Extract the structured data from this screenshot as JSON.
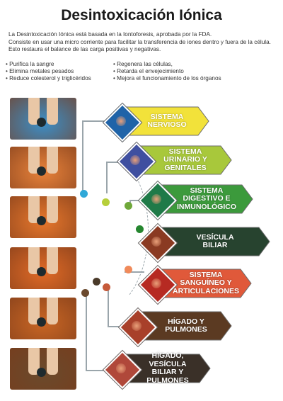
{
  "title": "Desintoxicación Iónica",
  "intro": [
    "La Desintoxicación Iónica está basada en la Iontoforesis, aprobada por la FDA.",
    "Consiste en usar una micro corriente para facilitar la transferencia de iones dentro y fuera de la célula.",
    "Esto restaura el balance de las carga positivas y negativas."
  ],
  "benefits_left": [
    "• Purifica la sangre",
    "• Elimina metales pesados",
    "• Reduce colesterol y triglicéridos"
  ],
  "benefits_right": [
    "• Regenera las células,",
    "• Retarda el envejecimiento",
    "• Mejora el funcionamiento de los órganos"
  ],
  "photos": [
    {
      "water": "#3b8fc8"
    },
    {
      "water": "#e8823a"
    },
    {
      "water": "#e7772c"
    },
    {
      "water": "#e06a26"
    },
    {
      "water": "#c96624"
    },
    {
      "water": "#6a4a2c"
    }
  ],
  "dots": [
    "#2fa8d8",
    "#b6cf3b",
    "#6fa83a",
    "#25862f",
    "#2f4a3c",
    "#f08a5a",
    "#c65a3a",
    "#6b4a2e",
    "#4a3a2a"
  ],
  "systems": [
    {
      "lines": [
        "SISTEMA",
        "NERVIOSO"
      ],
      "color": "#f2e23a",
      "gem": "#1f63a8",
      "text_color": "#ffffff"
    },
    {
      "lines": [
        "SISTEMA",
        "URINARIO Y",
        "GENITALES"
      ],
      "color": "#a8c83b",
      "gem": "#3f4fa0",
      "text_color": "#ffffff"
    },
    {
      "lines": [
        "SISTEMA",
        "DIGESTIVO E",
        "INMUNOLÓGICO"
      ],
      "color": "#3c9a3c",
      "gem": "#1f7a48",
      "text_color": "#ffffff"
    },
    {
      "lines": [
        "VESÍCULA",
        "BILIAR"
      ],
      "color": "#27432f",
      "gem": "#8a3a22",
      "text_color": "#ffffff"
    },
    {
      "lines": [
        "SISTEMA",
        "SANGUÍNEO Y",
        "ARTICULACIONES"
      ],
      "color": "#e0593a",
      "gem": "#b62a22",
      "text_color": "#ffffff"
    },
    {
      "lines": [
        "HÍGADO Y",
        "PULMONES"
      ],
      "color": "#5b3a22",
      "gem": "#a8402a",
      "text_color": "#ffffff"
    },
    {
      "lines": [
        "HÍGADO,",
        "VESÍCULA BILIAR Y",
        "PULMONES"
      ],
      "color": "#3a3028",
      "gem": "#b0483a",
      "text_color": "#ffffff"
    }
  ]
}
